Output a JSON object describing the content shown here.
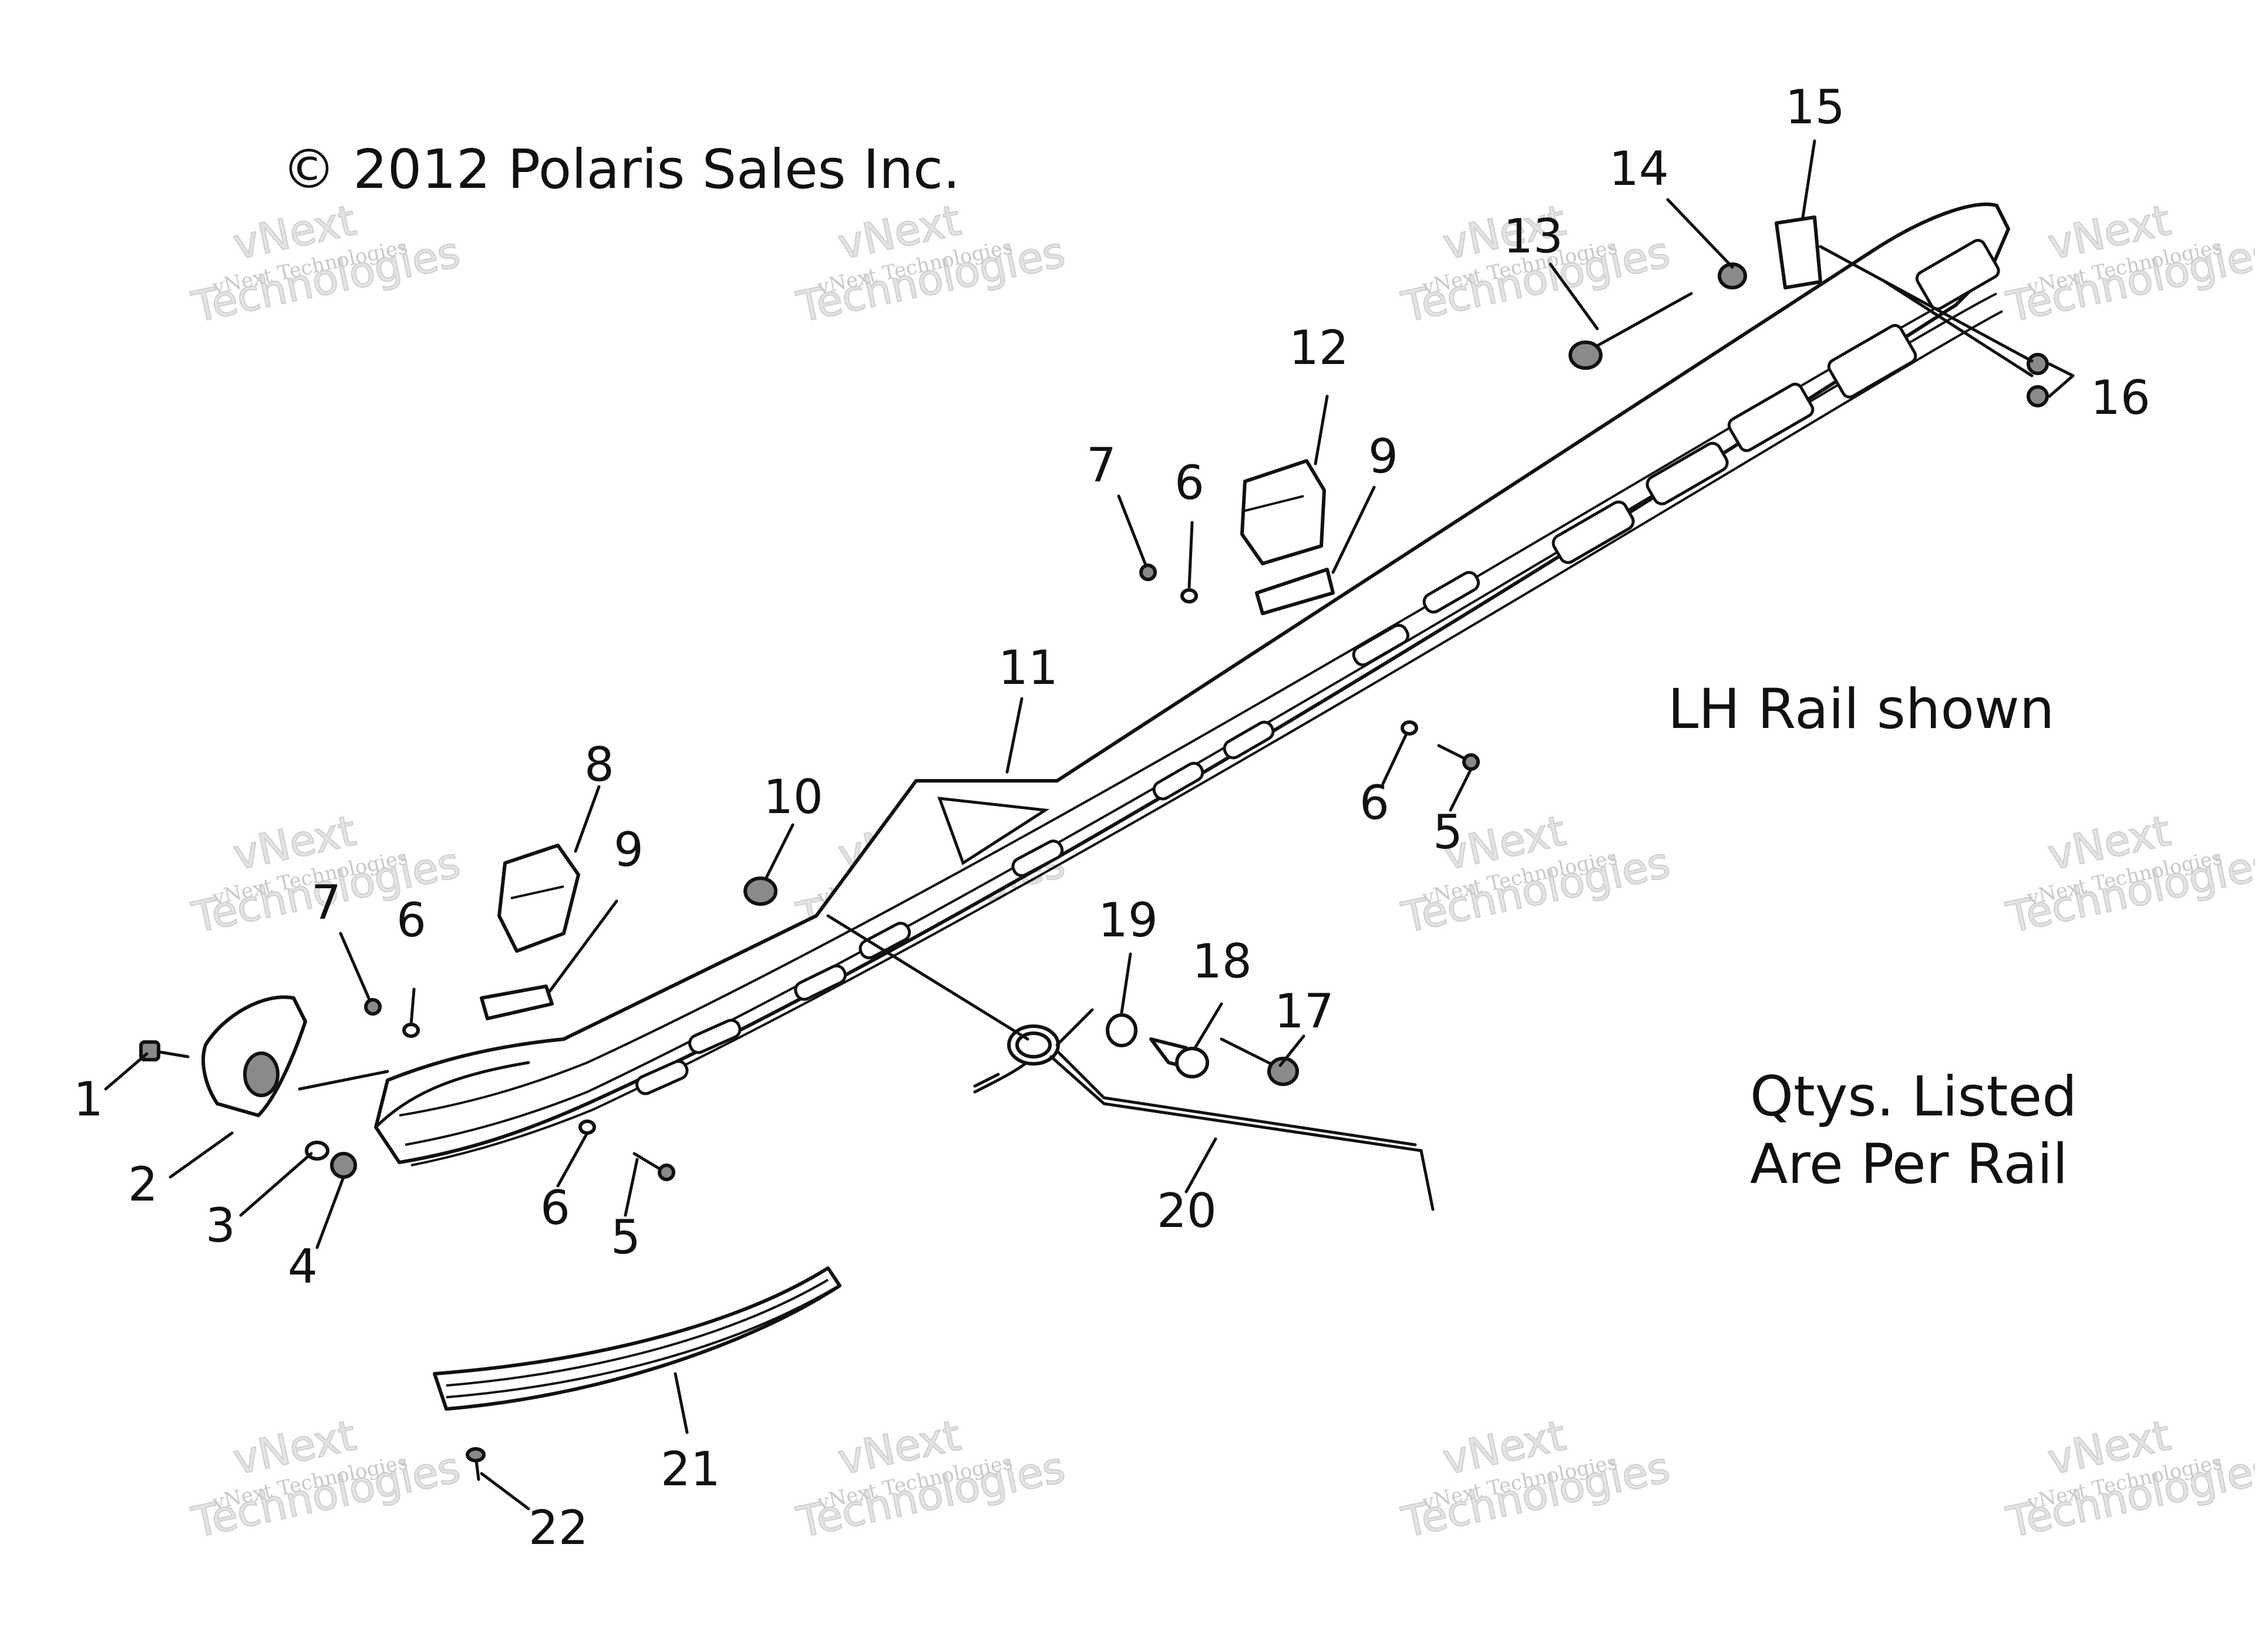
{
  "copyright": "© 2012 Polaris Sales Inc.",
  "notes": {
    "rail_side": "LH Rail shown",
    "qty_line1": "Qtys. Listed",
    "qty_line2": "Are Per Rail"
  },
  "watermark": {
    "line1": "vNext Technologies",
    "line2": "vNext",
    "line3": "Technologies"
  },
  "callouts": [
    "1",
    "2",
    "3",
    "4",
    "5",
    "5",
    "6",
    "6",
    "6",
    "6",
    "7",
    "7",
    "8",
    "9",
    "9",
    "10",
    "11",
    "12",
    "13",
    "14",
    "15",
    "16",
    "17",
    "18",
    "19",
    "20",
    "21",
    "22"
  ]
}
